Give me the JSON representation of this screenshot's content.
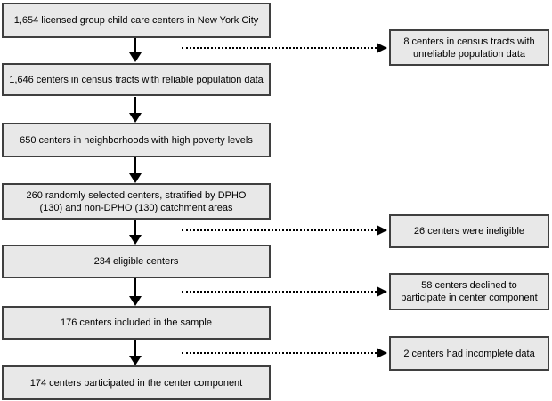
{
  "diagram": {
    "type": "flowchart",
    "subject": "Sample derivation of licensed group child care centers, New York City",
    "colors": {
      "background": "#ffffff",
      "box_fill": "#e8e8e8",
      "box_border": "#3f3f3f",
      "arrow": "#000000",
      "text": "#000000"
    },
    "flow_boxes": [
      {
        "value": "1,654",
        "lines": [
          "1,654 licensed group child care centers in New York City"
        ]
      },
      {
        "value": "1,646",
        "lines": [
          "1,646 centers in census tracts with reliable population data"
        ]
      },
      {
        "value": "650",
        "lines": [
          "650 centers in neighborhoods with high poverty levels"
        ]
      },
      {
        "value": "260",
        "lines": [
          "260 randomly selected centers, stratified by DPHO",
          "(130) and non-DPHO (130) catchment areas"
        ]
      },
      {
        "value": "234",
        "lines": [
          "234 eligible centers"
        ]
      },
      {
        "value": "176",
        "lines": [
          "176 centers included in the sample"
        ]
      },
      {
        "value": "174",
        "lines": [
          "174 centers participated in the center component"
        ]
      }
    ],
    "exclusion_boxes": [
      {
        "value": "8",
        "lines": [
          "8 centers in census tracts with",
          "unreliable population data"
        ]
      },
      {
        "value": "26",
        "lines": [
          "26 centers were ineligible"
        ]
      },
      {
        "value": "58",
        "lines": [
          "58 centers declined to",
          "participate in center component"
        ]
      },
      {
        "value": "2",
        "lines": [
          "2 centers had incomplete data"
        ]
      }
    ]
  }
}
